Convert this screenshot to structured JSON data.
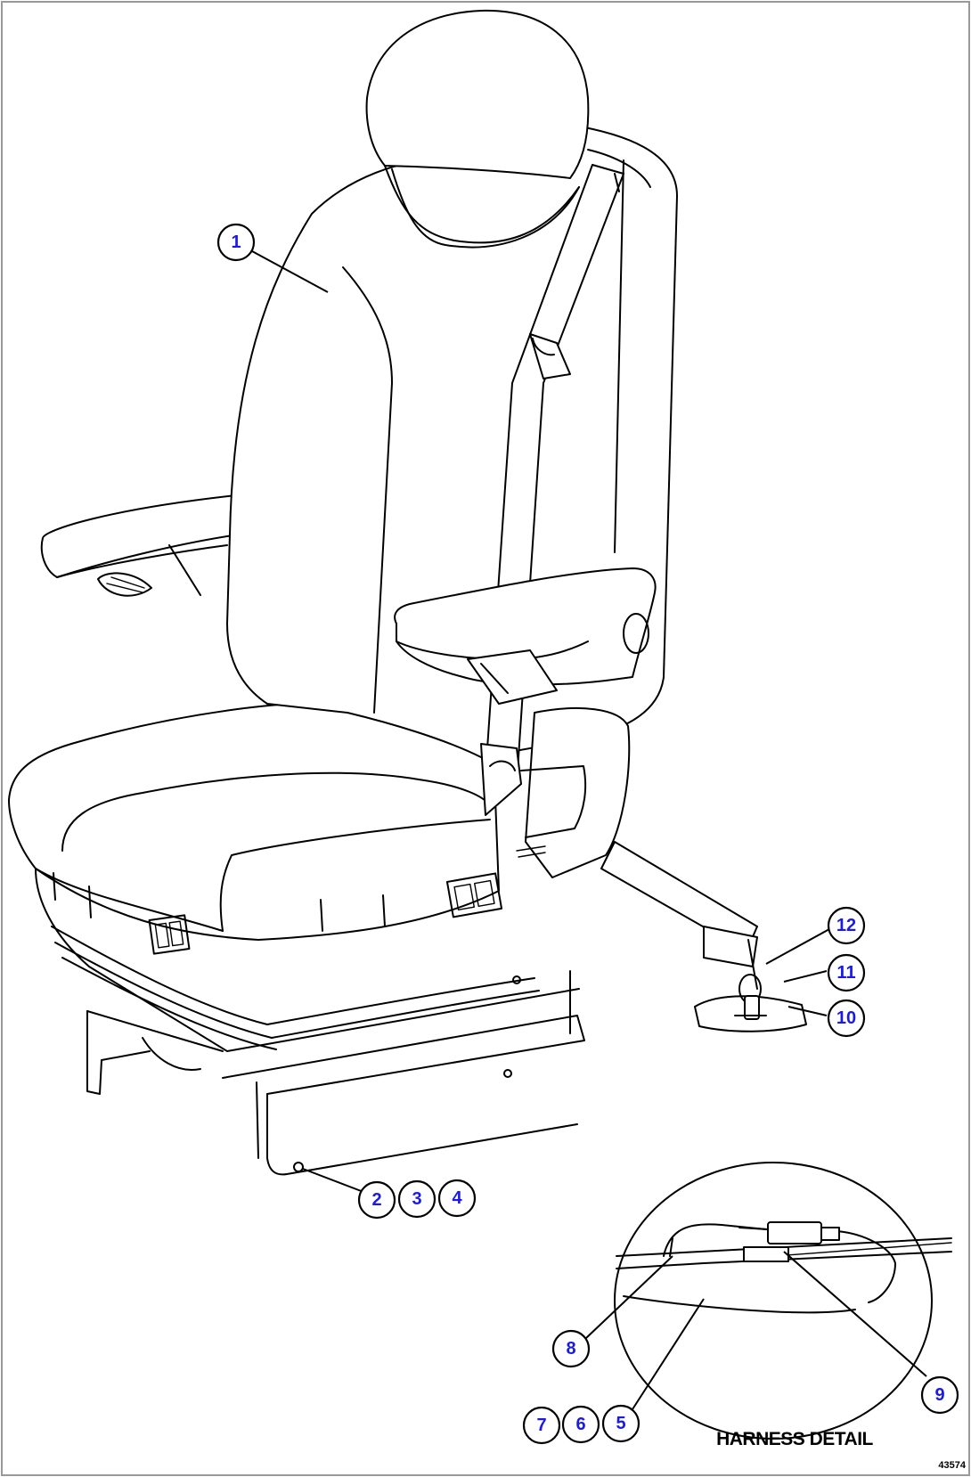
{
  "callouts": {
    "c1": "1",
    "c2": "2",
    "c3": "3",
    "c4": "4",
    "c5": "5",
    "c6": "6",
    "c7": "7",
    "c8": "8",
    "c9": "9",
    "c10": "10",
    "c11": "11",
    "c12": "12"
  },
  "detail_title": "HARNESS DETAIL",
  "drawing_id": "43574",
  "colors": {
    "callout_text": "#1a1ae6",
    "line": "#000000",
    "background": "#ffffff"
  }
}
